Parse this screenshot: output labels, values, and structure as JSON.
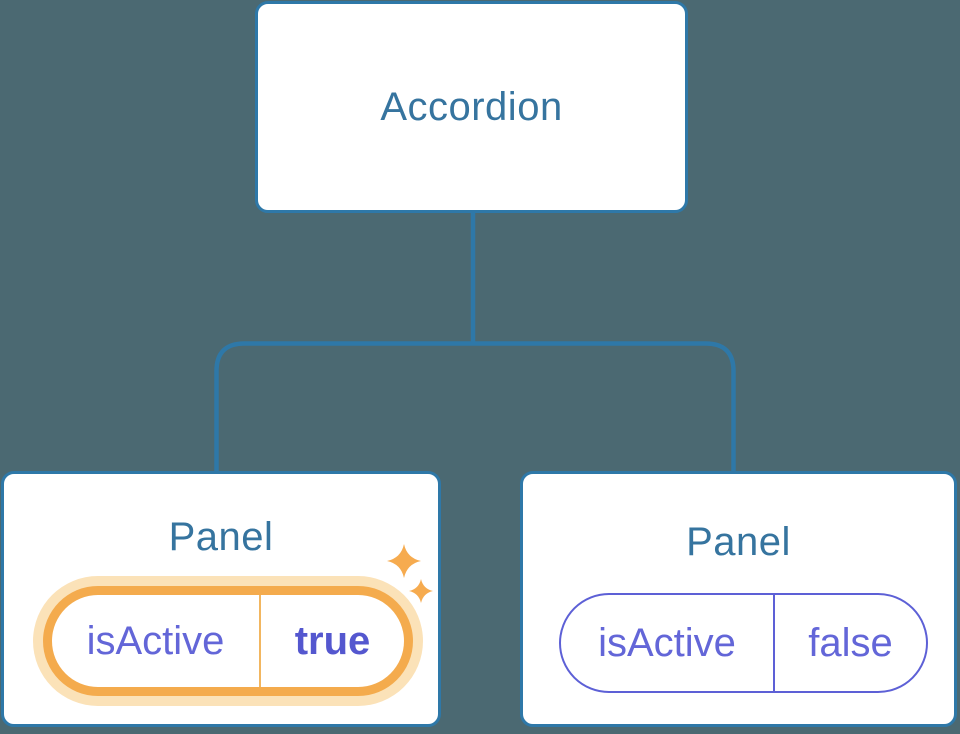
{
  "tree": {
    "root": {
      "label": "Accordion"
    },
    "children": [
      {
        "title": "Panel",
        "prop_name": "isActive",
        "prop_value": "true",
        "state": "active",
        "decoration": "sparkles-icon"
      },
      {
        "title": "Panel",
        "prop_name": "isActive",
        "prop_value": "false",
        "state": "inactive"
      }
    ]
  },
  "colors": {
    "background": "#4B6972",
    "connector_line": "#2E78A8",
    "node_border": "#2E78A8",
    "node_background": "#FFFFFF",
    "node_title_text": "#36749F",
    "prop_text": "#6366D8",
    "prop_value_active_text": "#5457CF",
    "active_ring": "#F4AB4D",
    "active_glow": "#FBE2B8",
    "active_divider": "#F2B660",
    "inactive_outline": "#5D60D6",
    "sparkle": "#F6AB4F"
  }
}
